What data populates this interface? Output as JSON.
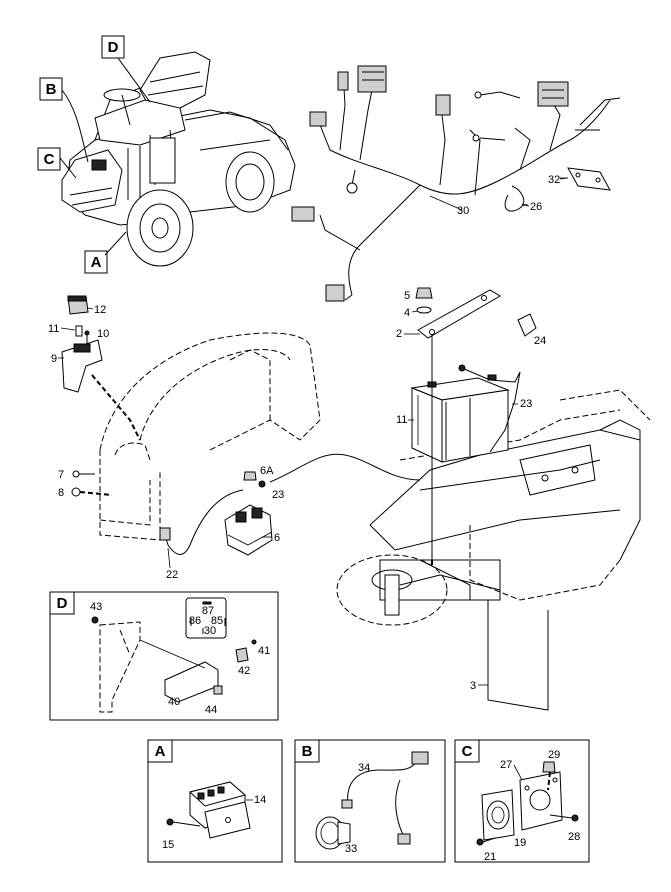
{
  "callout_letters": {
    "a": "A",
    "b": "B",
    "c": "C",
    "d": "D"
  },
  "part_numbers": {
    "p2": "2",
    "p3": "3",
    "p4": "4",
    "p5": "5",
    "p6": "6",
    "p6a": "6A",
    "p7": "7",
    "p8": "8",
    "p9": "9",
    "p10": "10",
    "p11a": "11",
    "p11b": "11",
    "p12": "12",
    "p14": "14",
    "p15": "15",
    "p19": "19",
    "p21": "21",
    "p22": "22",
    "p23a": "23",
    "p23b": "23",
    "p24": "24",
    "p26": "26",
    "p27": "27",
    "p28": "28",
    "p29": "29",
    "p30": "30",
    "p32": "32",
    "p33": "33",
    "p34": "34",
    "p40": "40",
    "p41": "41",
    "p42": "42",
    "p43": "43",
    "p44": "44"
  },
  "relay_pins": {
    "pin87": "87",
    "pin86": "86",
    "pin85": "85",
    "pin30": "30"
  }
}
